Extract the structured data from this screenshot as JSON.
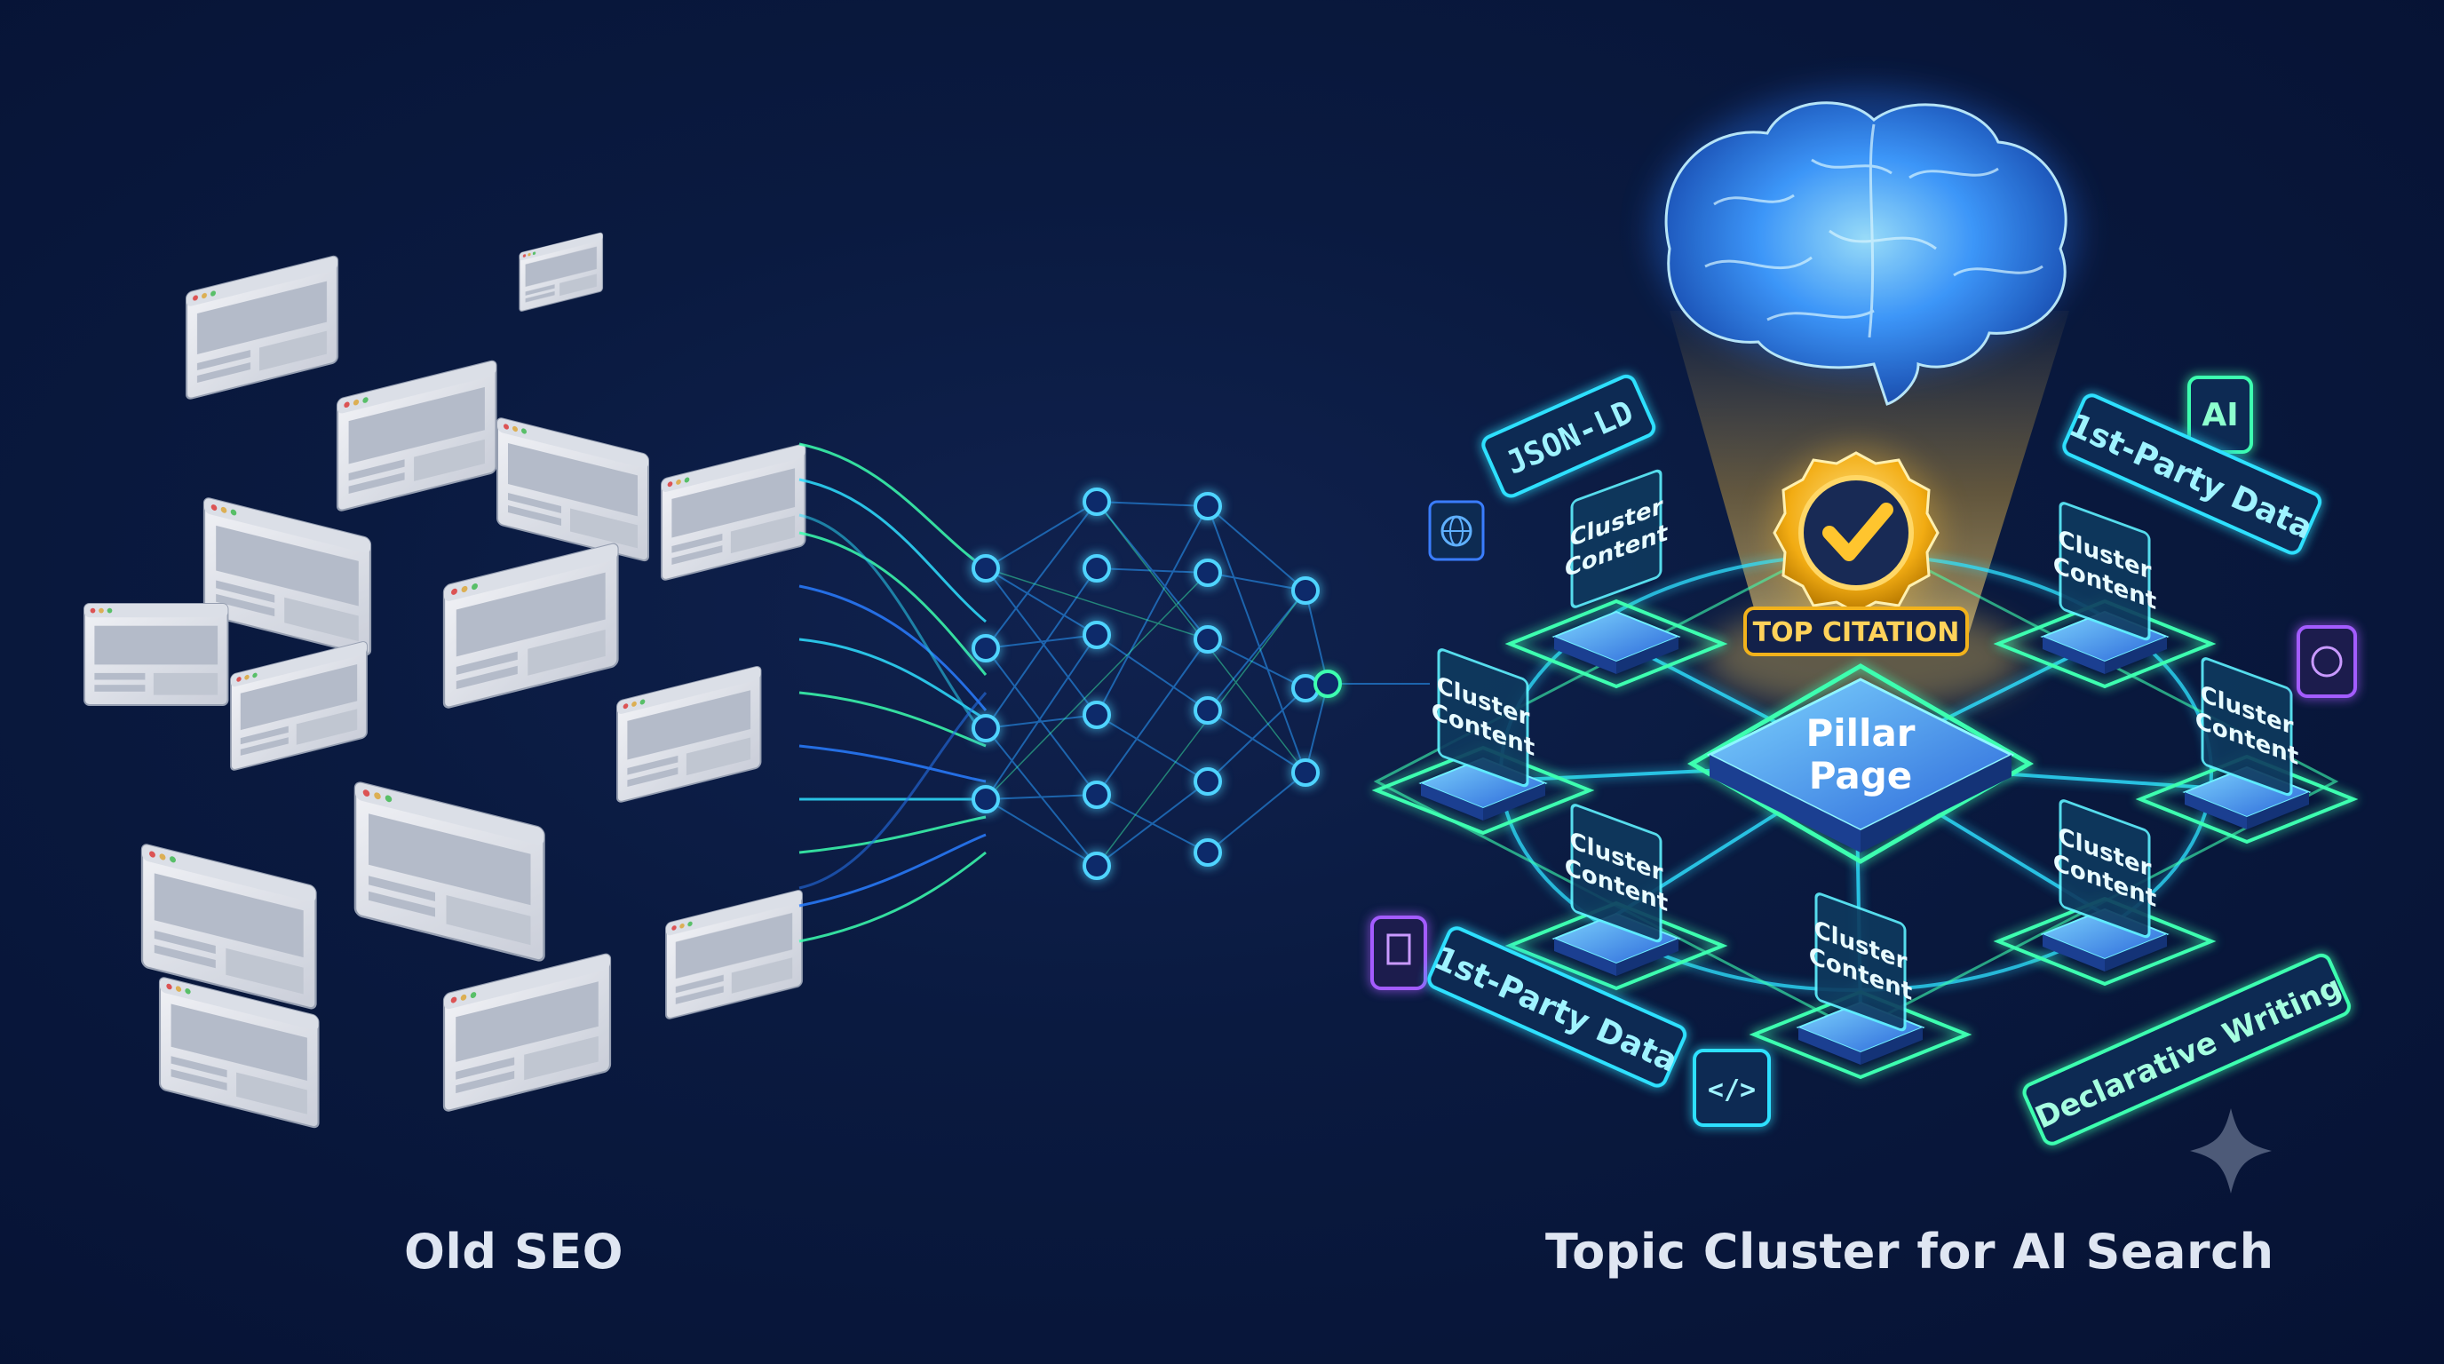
{
  "left_caption": "Old SEO",
  "right_caption": "Topic Cluster for AI Search",
  "badge": {
    "label": "TOP CITATION",
    "icon": "checkmark-icon"
  },
  "pillar": {
    "line1": "Pillar",
    "line2": "Page"
  },
  "cluster_label": {
    "line1": "Cluster",
    "line2": "Content"
  },
  "tags": {
    "json_ld": "JSON-LD",
    "first_party_top": "1st-Party Data",
    "first_party_bottom": "1st-Party Data",
    "declarative": "Declarative Writing",
    "ai": "AI",
    "code": "</>"
  },
  "colors": {
    "background": "#0a1a40",
    "neon_cyan": "#2fe0ff",
    "neon_green": "#3dffb0",
    "neon_blue": "#2a7dff",
    "gold": "#f5b81c",
    "purple": "#a35cff"
  }
}
